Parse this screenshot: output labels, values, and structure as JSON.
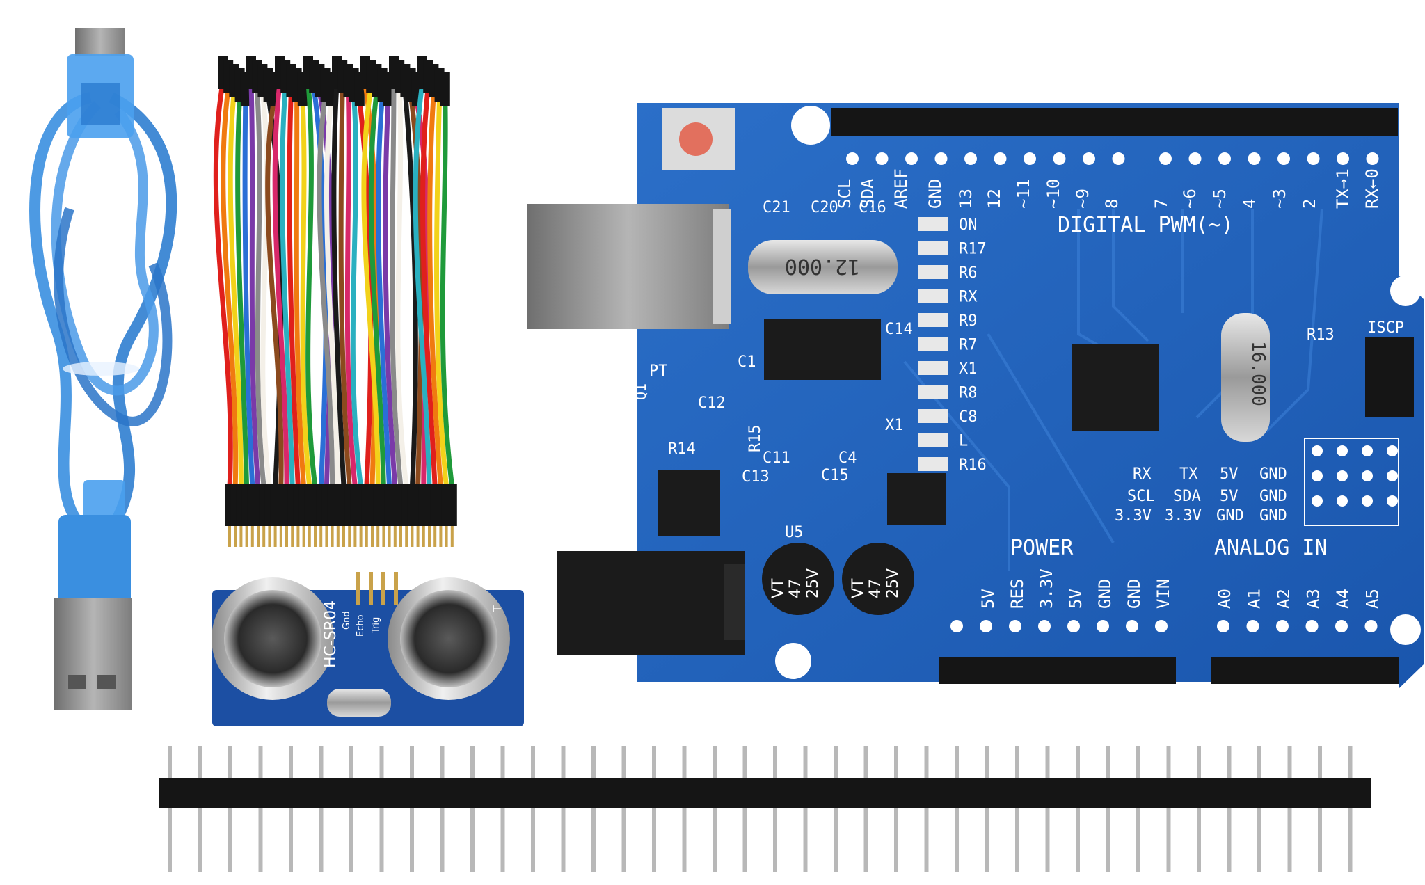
{
  "colors": {
    "board_blue": "#1f5fb8",
    "board_blue_dark": "#12408a",
    "cable_blue": "#3a8fe0",
    "header_black": "#151515",
    "pin_gold": "#c9a24a",
    "wire_colors": [
      "#e0201c",
      "#f07a10",
      "#f2d21a",
      "#1f9a3a",
      "#2a6fd6",
      "#7a3aa8",
      "#8a8a8a",
      "#f4f0e8",
      "#1a1a1a",
      "#8b4a1e",
      "#d8286a",
      "#2ab0c0"
    ]
  },
  "board": {
    "silkscreen": {
      "digital_pwm": "DIGITAL PWM(~)",
      "top_labels": [
        "SCL",
        "SDA",
        "AREF",
        "GND",
        "13",
        "12",
        "~11",
        "~10",
        "~9",
        "8",
        "7",
        "~6",
        "~5",
        "4",
        "~3",
        "2",
        "TX→1",
        "RX←0"
      ],
      "power_title": "POWER",
      "analog_title": "ANALOG IN",
      "power_pins": [
        "5V",
        "RES",
        "3.3V",
        "5V",
        "GND",
        "GND",
        "VIN"
      ],
      "analog_pins": [
        "A0",
        "A1",
        "A2",
        "A3",
        "A4",
        "A5"
      ],
      "right_block_row1": [
        "RX",
        "TX",
        "5V",
        "GND"
      ],
      "right_block_row2": [
        "SCL",
        "SDA",
        "5V",
        "GND"
      ],
      "right_block_row3": [
        "3.3V",
        "3.3V",
        "GND",
        "GND"
      ],
      "iscp": "ISCP",
      "leds": [
        "ON",
        "R17",
        "R6",
        "RX",
        "R9",
        "R7",
        "X1",
        "R8",
        "C8",
        "L",
        "R16"
      ],
      "caps_top": [
        "C21",
        "C20",
        "C16"
      ],
      "misc": [
        "C14",
        "C1",
        "C12",
        "C11",
        "C4",
        "C13",
        "C15",
        "R14",
        "R15",
        "PT",
        "R13",
        "X1",
        "U5",
        "Q1"
      ]
    },
    "crystal_main": "12.000",
    "crystal_mcu": "16.000",
    "electrolytic": [
      "VT\n47\n25V",
      "VT\n47\n25V"
    ],
    "electrolytic_line1": "VT",
    "electrolytic_line2": "47",
    "electrolytic_line3": "25V"
  },
  "sensor": {
    "model": "HC-SR04",
    "pins": [
      "Gnd",
      "Echo",
      "Trig"
    ],
    "edge_label": "T"
  }
}
